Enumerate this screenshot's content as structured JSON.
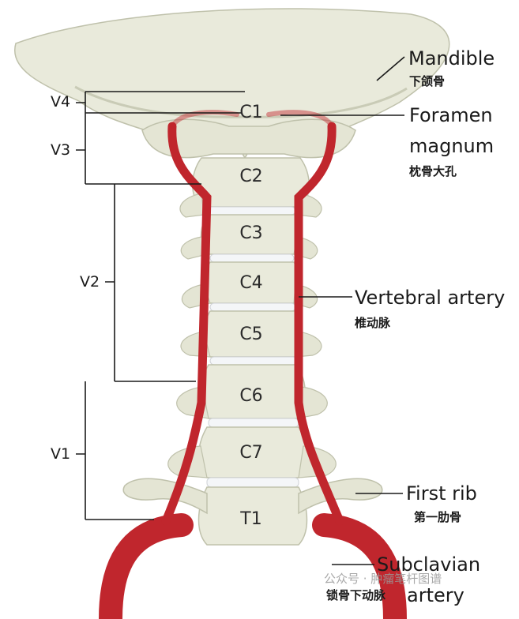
{
  "structures": {
    "mandible": {
      "en": "Mandible",
      "zh": "下颌骨"
    },
    "foramen_magnum": {
      "en1": "Foramen",
      "en2": "magnum",
      "zh": "枕骨大孔"
    },
    "vertebral_artery": {
      "en": "Vertebral artery",
      "zh": "椎动脉"
    },
    "first_rib": {
      "en": "First rib",
      "zh": "第一肋骨"
    },
    "subclavian_artery": {
      "en1": "Subclavian",
      "en2": "artery",
      "zh": "锁骨下动脉"
    }
  },
  "segments": [
    "V4",
    "V3",
    "V2",
    "V1"
  ],
  "vertebrae": [
    "C1",
    "C2",
    "C3",
    "C4",
    "C5",
    "C6",
    "C7",
    "T1"
  ],
  "watermark": "公众号 · 肿瘤笔杆图谱",
  "colors": {
    "bone": "#e9eadb",
    "bone_shade": "#c9cbb6",
    "disc": "#f4f6f8",
    "artery": "#c0262d",
    "line": "#1a1a1a"
  }
}
